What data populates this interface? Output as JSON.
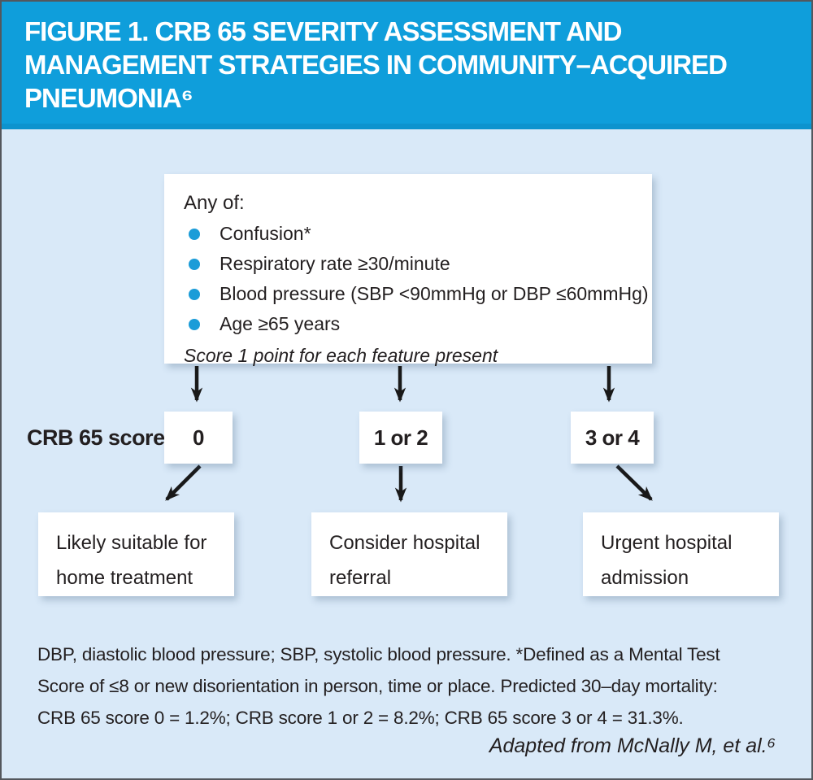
{
  "colors": {
    "header_blue": "#0f9edb",
    "body_background_blue": "#d9e9f8",
    "bullet_blue": "#1b9cd8",
    "text_dark": "#231f20",
    "box_white": "#ffffff",
    "arrow_black": "#191919",
    "figure_border": "#53575d"
  },
  "icons": {
    "bullet_dot": "filled-circle",
    "arrow_down": "↓",
    "arrow_down_left": "↙",
    "arrow_down_right": "↘"
  },
  "header": {
    "title_lines": [
      "FIGURE 1. CRB 65 SEVERITY ASSESSMENT AND",
      "MANAGEMENT STRATEGIES IN COMMUNITY–ACQUIRED",
      "PNEUMONIA⁶"
    ]
  },
  "criteria": {
    "title": "Any of:",
    "items": [
      "Confusion*",
      "Respiratory rate ≥30/minute",
      "Blood pressure (SBP <90mmHg or DBP ≤60mmHg)",
      "Age ≥65 years"
    ],
    "note": "Score 1 point for each feature present"
  },
  "score_row": {
    "label": "CRB 65 score",
    "scores": [
      "0",
      "1 or 2",
      "3 or 4"
    ]
  },
  "outcomes": [
    "Likely suitable for home treatment",
    "Consider hospital referral",
    "Urgent hospital admission"
  ],
  "footnote_lines": [
    "DBP, diastolic blood pressure; SBP, systolic blood pressure. *Defined as a Mental Test",
    "Score of ≤8 or new disorientation in person, time or place. Predicted 30–day mortality:",
    "CRB 65 score 0 = 1.2%; CRB score 1 or 2 = 8.2%; CRB 65 score 3 or 4 = 31.3%."
  ],
  "attribution": "Adapted from McNally M, et al.⁶"
}
